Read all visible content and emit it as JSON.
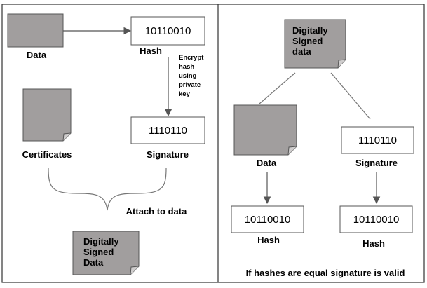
{
  "left_panel": {
    "data_label": "Data",
    "hash_value": "10110010",
    "hash_label": "Hash",
    "encrypt_note": [
      "Encrypt",
      "hash",
      "using",
      "private",
      "key"
    ],
    "signature_value": "1110110",
    "signature_label": "Signature",
    "certificates_label": "Certificates",
    "attach_label": "Attach to data",
    "signed_doc_lines": [
      "Digitally",
      "Signed",
      "Data"
    ]
  },
  "right_panel": {
    "signed_doc_lines": [
      "Digitally",
      "Signed",
      "data"
    ],
    "data_label": "Data",
    "signature_value": "1110110",
    "signature_label": "Signature",
    "hash1_value": "10110010",
    "hash1_label": "Hash",
    "hash2_value": "10110010",
    "hash2_label": "Hash",
    "conclusion": "If hashes are equal signature is valid"
  },
  "colors": {
    "doc_fill": "#a19e9e",
    "doc_stroke": "#555555",
    "arrow": "#555555",
    "border": "#333333"
  }
}
